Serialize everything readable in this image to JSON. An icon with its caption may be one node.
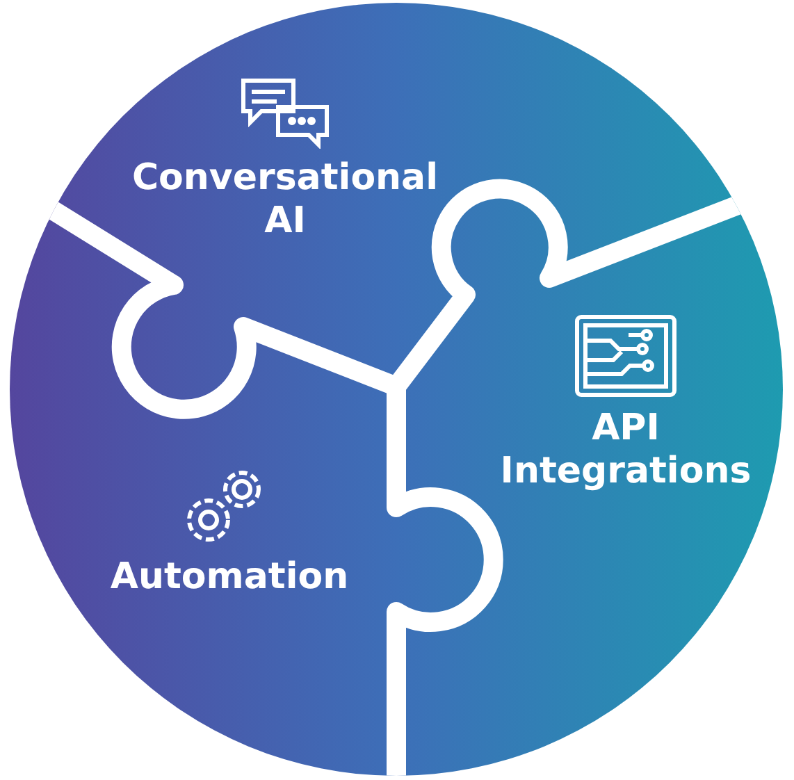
{
  "diagram": {
    "nodes": [
      {
        "text": [
          "Conversational AI"
        ]
      },
      {
        "text": [
          "API Integrations"
        ]
      },
      {
        "text": [
          "Automation"
        ]
      }
    ]
  }
}
